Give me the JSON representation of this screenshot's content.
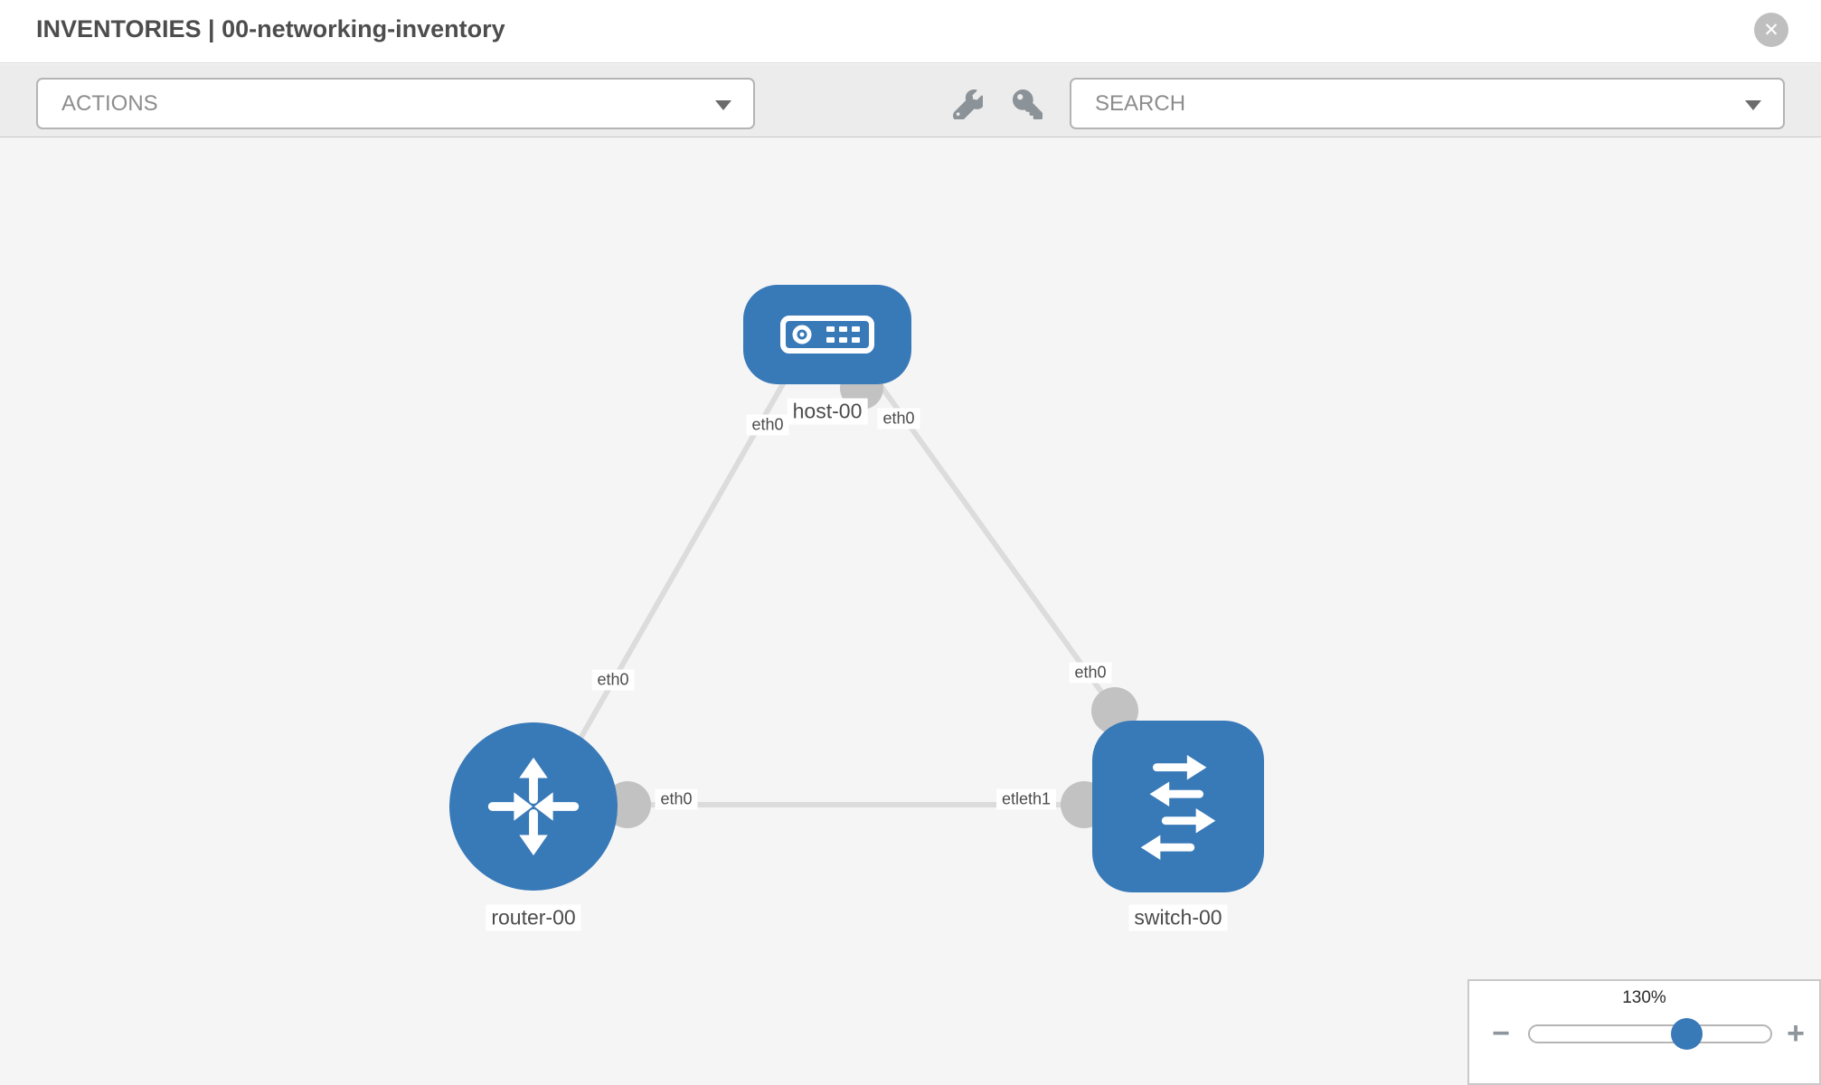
{
  "header": {
    "title": "INVENTORIES | 00-networking-inventory",
    "close_glyph": "✕"
  },
  "toolbar": {
    "actions_label": "ACTIONS",
    "search_label": "SEARCH",
    "icons": [
      "wrench-icon",
      "key-icon"
    ]
  },
  "topology": {
    "nodes": [
      {
        "id": "host-00",
        "label": "host-00",
        "type": "host",
        "icon": "host-icon"
      },
      {
        "id": "router-00",
        "label": "router-00",
        "type": "router",
        "icon": "router-icon"
      },
      {
        "id": "switch-00",
        "label": "switch-00",
        "type": "switch",
        "icon": "switch-icon"
      }
    ],
    "links": [
      {
        "from": "host-00",
        "to": "router-00",
        "from_label": "eth0",
        "to_label": "eth0"
      },
      {
        "from": "host-00",
        "to": "switch-00",
        "from_label": "eth0",
        "to_label": "eth0"
      },
      {
        "from": "router-00",
        "to": "switch-00",
        "from_label": "eth0",
        "to_label": "etleth1"
      }
    ]
  },
  "zoom_control": {
    "value": "130%",
    "minus_glyph": "−",
    "plus_glyph": "+"
  },
  "colors": {
    "node_blue": "#3879b8",
    "link_gray": "#dcdcdc",
    "connector_gray": "#c2c2c2",
    "toolbar_bg": "#ececec",
    "canvas_bg": "#f5f5f6",
    "icon_gray": "#8b9298"
  }
}
